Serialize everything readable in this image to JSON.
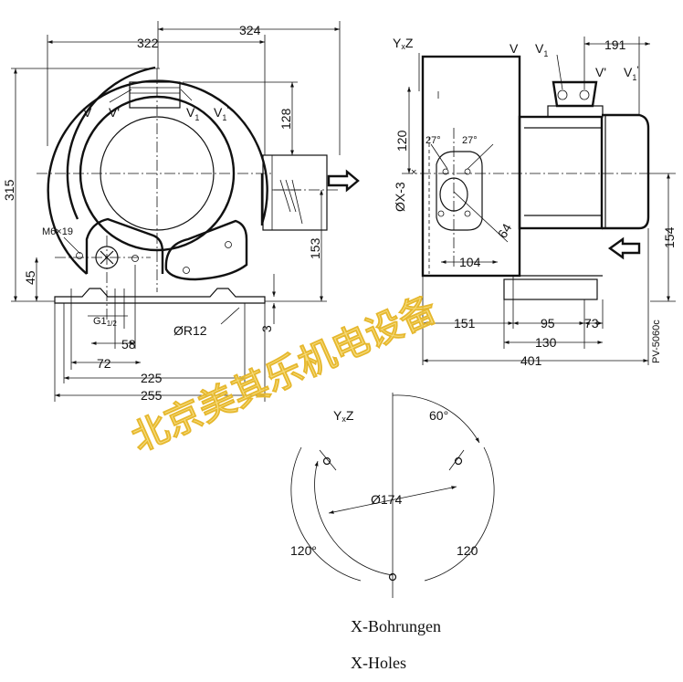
{
  "front_view": {
    "width_322": "322",
    "width_324": "324",
    "height_315": "315",
    "dim_128": "128",
    "dim_153": "153",
    "dim_45": "45",
    "dim_3": "3",
    "label_V": "V",
    "label_Vp": "V'",
    "label_V1": "V",
    "label_V1_sub": "1",
    "label_V1p": "V",
    "label_V1p_sub": "1",
    "label_V1p_sup": "'",
    "bolt": "M6×19",
    "thread": "G1",
    "thread_sub": "1/2",
    "radius": "ØR12",
    "dim_58": "58",
    "dim_72": "72",
    "dim_225": "225",
    "dim_255": "255"
  },
  "side_view": {
    "axis_label": "Y",
    "axis_x": "x",
    "axis_z": "Z",
    "label_V": "V",
    "label_V1": "V",
    "label_V1_sub": "1",
    "label_Vp": "V'",
    "label_V1p": "V",
    "label_V1p_sub": "1",
    "label_V1p_sup": "'",
    "dim_191": "191",
    "dim_120": "120",
    "angle_left": "27°",
    "angle_right": "27°",
    "hole_label": "ØX-3",
    "dim_64": "64",
    "dim_104": "104",
    "dim_154": "154",
    "dim_151": "151",
    "dim_95": "95",
    "dim_73": "73",
    "dim_130": "130",
    "dim_401": "401",
    "model": "PV-5060c"
  },
  "pattern": {
    "axis_label": "Y",
    "axis_x": "x",
    "axis_z": "Z",
    "angle_60": "60°",
    "diameter": "Ø174",
    "angle_120_left": "120°",
    "angle_120_right": "120",
    "caption_de": "X-Bohrungen",
    "caption_en": "X-Holes"
  },
  "watermark": "北京美其乐机电设备"
}
